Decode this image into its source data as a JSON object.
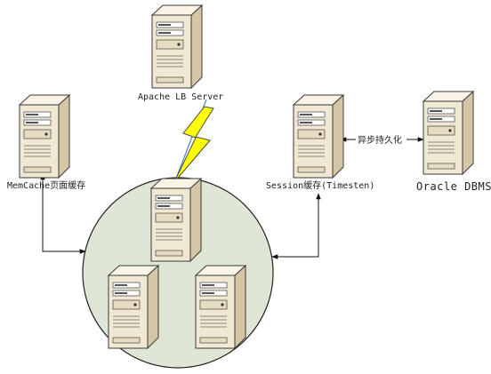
{
  "labels": {
    "apache": "Apache LB Server",
    "memcache": "MemCache页面缓存",
    "session": "Session缓存(Timesten)",
    "oracle": "Oracle DBMS",
    "async": "异步持久化"
  },
  "colors": {
    "cluster_fill": "#dfe6d5",
    "cluster_stroke": "#222222",
    "server_front": "#f1e8d4",
    "server_side": "#d5c7a5",
    "server_top": "#faf4e6",
    "bolt_fill": "#ffff00",
    "bolt_stroke": "#4a4a4a",
    "link": "#4f7fbf",
    "arrow": "#111111"
  }
}
